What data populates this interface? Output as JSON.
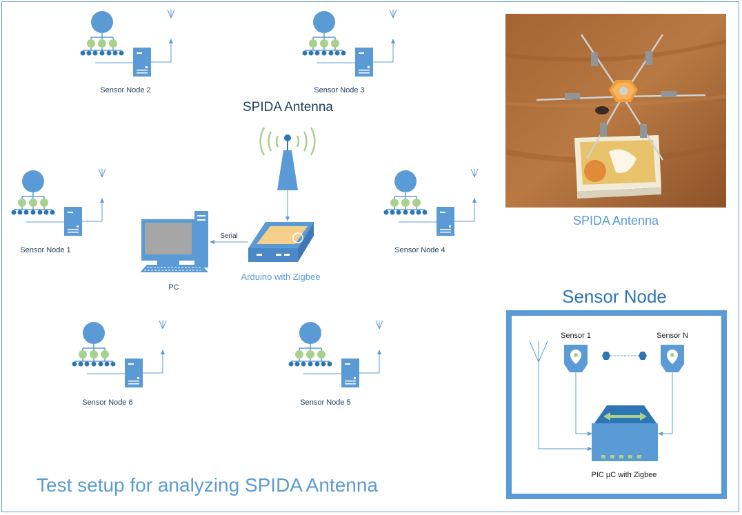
{
  "title": "Test setup for analyzing SPIDA Antenna",
  "center": {
    "antenna_heading": "SPIDA Antenna",
    "arduino_label": "Arduino with Zigbee",
    "pc_label": "PC",
    "serial_label": "Serial"
  },
  "sensor_nodes": [
    {
      "label": "Sensor Node 1"
    },
    {
      "label": "Sensor Node 2"
    },
    {
      "label": "Sensor Node 3"
    },
    {
      "label": "Sensor Node 4"
    },
    {
      "label": "Sensor Node 5"
    },
    {
      "label": "Sensor Node 6"
    }
  ],
  "photo": {
    "caption": "SPIDA Antenna"
  },
  "sensor_panel": {
    "heading": "Sensor Node",
    "sensor_first": "Sensor 1",
    "sensor_last": "Sensor N",
    "mcu_label": "PIC µC with Zigbee"
  },
  "colors": {
    "accent_blue": "#5b9bd5",
    "dark_blue": "#2e75b6",
    "leaf_green": "#a9d18e",
    "signal_green": "#a9d18e",
    "frame_blue": "#5b9bd5"
  }
}
